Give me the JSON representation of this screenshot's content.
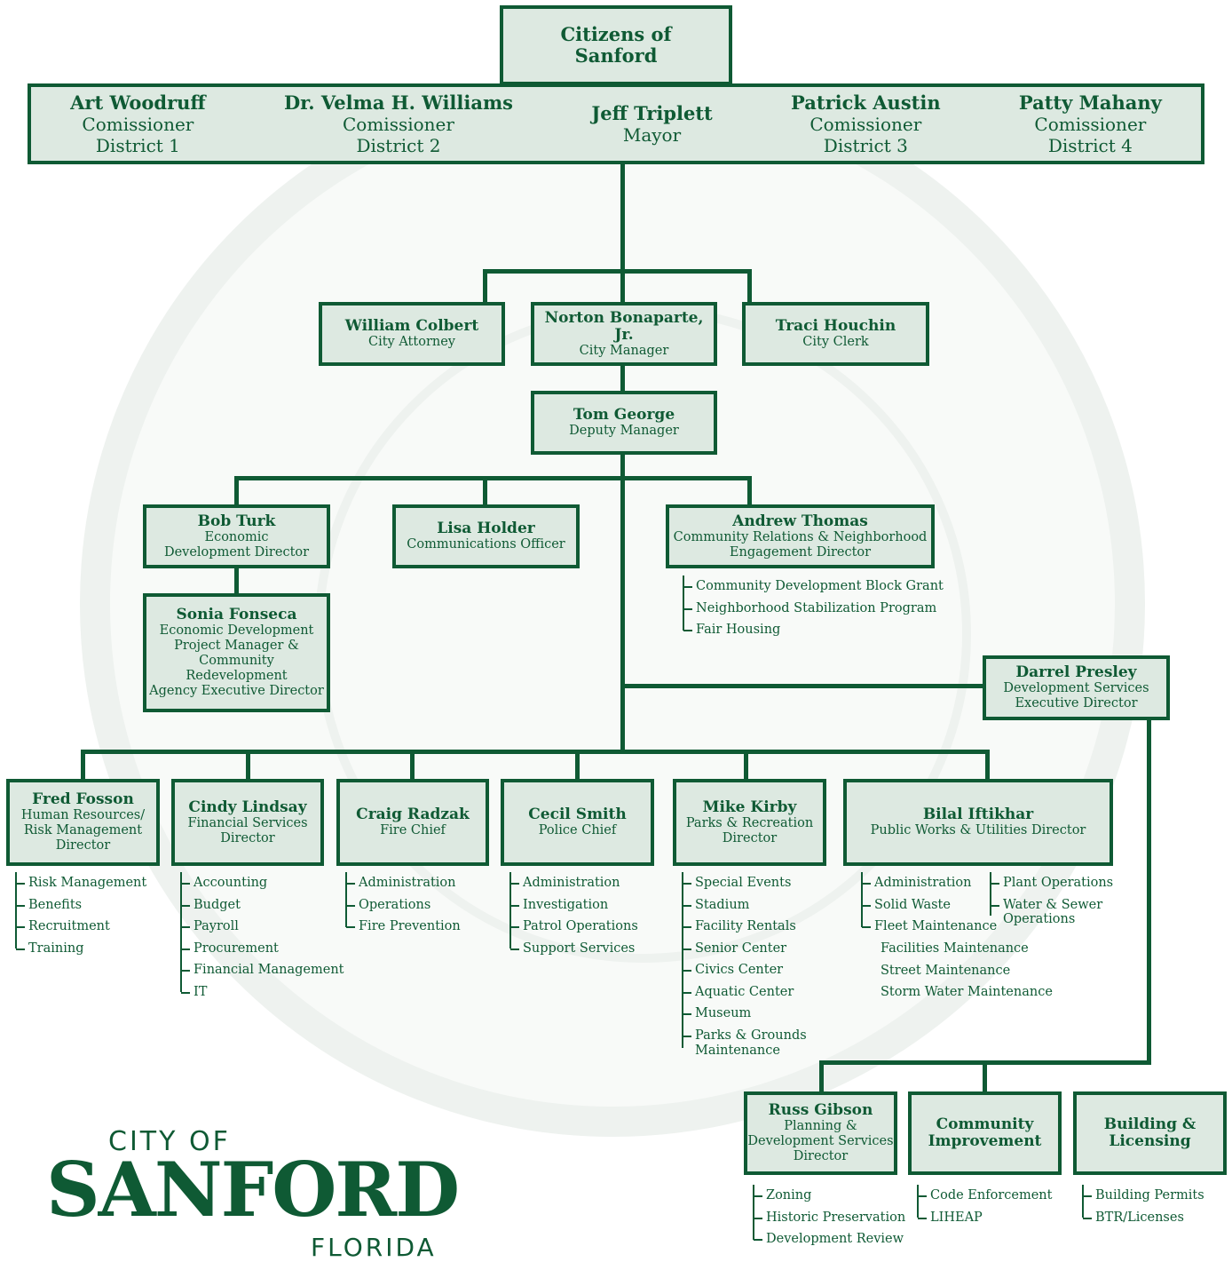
{
  "top": {
    "name": "Citizens of Sanford"
  },
  "council": [
    {
      "name": "Art Woodruff",
      "title": "Comissioner",
      "district": "District 1"
    },
    {
      "name": "Dr. Velma H. Williams",
      "title": "Comissioner",
      "district": "District 2"
    },
    {
      "name": "Jeff Triplett",
      "title": "Mayor"
    },
    {
      "name": "Patrick Austin",
      "title": "Comissioner",
      "district": "District 3"
    },
    {
      "name": "Patty Mahany",
      "title": "Comissioner",
      "district": "District 4"
    }
  ],
  "officers": [
    {
      "name": "William Colbert",
      "title": "City Attorney"
    },
    {
      "name": "Norton Bonaparte, Jr.",
      "title": "City Manager"
    },
    {
      "name": "Traci Houchin",
      "title": "City Clerk"
    }
  ],
  "deputy": {
    "name": "Tom George",
    "title": "Deputy Manager"
  },
  "bob": {
    "name": "Bob Turk",
    "title": "Economic Development Director"
  },
  "sonia": {
    "name": "Sonia Fonseca",
    "title1": "Economic Development",
    "title2": "Project Manager &",
    "title3": "Community Redevelopment",
    "title4": "Agency Executive Director"
  },
  "lisa": {
    "name": "Lisa Holder",
    "title": "Communications Officer"
  },
  "andrew": {
    "name": "Andrew Thomas",
    "title1": "Community Relations & Neighborhood",
    "title2": "Engagement Director",
    "items": [
      "Community Development Block Grant",
      "Neighborhood Stabilization Program",
      "Fair Housing"
    ]
  },
  "darrel": {
    "name": "Darrel Presley",
    "title1": "Development Services",
    "title2": "Executive Director"
  },
  "directors": [
    {
      "name": "Fred Fosson",
      "title1": "Human Resources/",
      "title2": "Risk Management",
      "title3": "Director",
      "items": [
        "Risk Management",
        "Benefits",
        "Recruitment",
        "Training"
      ]
    },
    {
      "name": "Cindy Lindsay",
      "title1": "Financial Services",
      "title2": "Director",
      "items": [
        "Accounting",
        "Budget",
        "Payroll",
        "Procurement",
        "Financial Management",
        "IT"
      ]
    },
    {
      "name": "Craig Radzak",
      "title1": "Fire Chief",
      "items": [
        "Administration",
        "Operations",
        "Fire Prevention"
      ]
    },
    {
      "name": "Cecil Smith",
      "title1": "Police Chief",
      "items": [
        "Administration",
        "Investigation",
        "Patrol Operations",
        "Support Services"
      ]
    },
    {
      "name": "Mike Kirby",
      "title1": "Parks & Recreation",
      "title2": "Director",
      "items": [
        "Special Events",
        "Stadium",
        "Facility Rentals",
        "Senior Center",
        "Civics Center",
        "Aquatic Center",
        "Museum",
        "Parks & Grounds",
        "Maintenance"
      ]
    },
    {
      "name": "Bilal Iftikhar",
      "title1": "Public Works & Utilities Director",
      "items_left": [
        "Administration",
        "Solid Waste",
        "Fleet Maintenance"
      ],
      "items_plain": [
        "Facilities Maintenance",
        "Street Maintenance",
        "Storm Water Maintenance"
      ],
      "items_right": [
        "Plant Operations",
        "Water & Sewer",
        "Operations"
      ]
    }
  ],
  "devservices": [
    {
      "name": "Russ Gibson",
      "title1": "Planning &",
      "title2": "Development Services",
      "title3": "Director",
      "items": [
        "Zoning",
        "Historic Preservation",
        "Development Review"
      ]
    },
    {
      "name1": "Community",
      "name2": "Improvement",
      "items": [
        "Code Enforcement",
        "LIHEAP"
      ]
    },
    {
      "name1": "Building &",
      "name2": "Licensing",
      "items": [
        "Building Permits",
        "BTR/Licenses"
      ]
    }
  ],
  "logo": {
    "line1": "CITY OF",
    "line2": "SANFORD",
    "line3": "FLORIDA"
  },
  "colors": {
    "primary": "#0f5a34",
    "box_fill": "#dde9e1"
  }
}
